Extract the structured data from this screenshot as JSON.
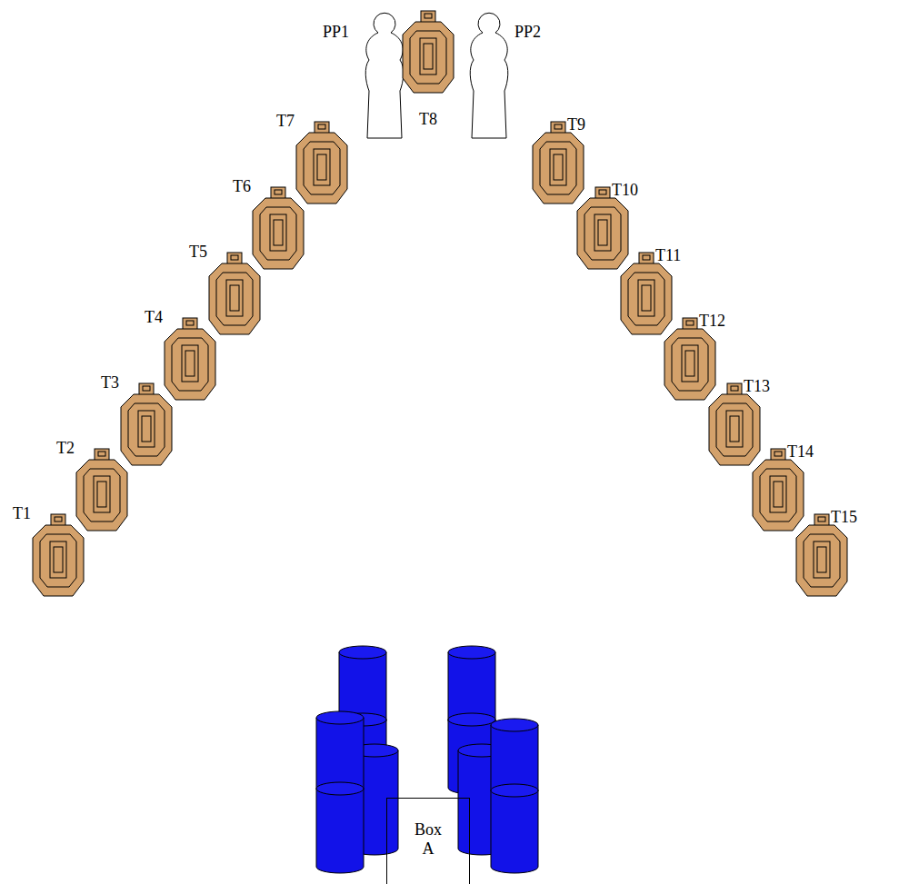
{
  "diagram": {
    "nodes": [
      {
        "text": [
          "PP1"
        ]
      },
      {
        "text": [
          "T8"
        ]
      },
      {
        "text": [
          "PP2"
        ]
      },
      {
        "text": [
          "T7"
        ]
      },
      {
        "text": [
          "T9"
        ]
      },
      {
        "text": [
          "T6"
        ]
      },
      {
        "text": [
          "T10"
        ]
      },
      {
        "text": [
          "T5"
        ]
      },
      {
        "text": [
          "T11"
        ]
      },
      {
        "text": [
          "T4"
        ]
      },
      {
        "text": [
          "T12"
        ]
      },
      {
        "text": [
          "T3"
        ]
      },
      {
        "text": [
          "T13"
        ]
      },
      {
        "text": [
          "T2"
        ]
      },
      {
        "text": [
          "T14"
        ]
      },
      {
        "text": [
          "T1"
        ]
      },
      {
        "text": [
          "T15"
        ]
      },
      {
        "text": [
          "Box A"
        ]
      }
    ]
  }
}
